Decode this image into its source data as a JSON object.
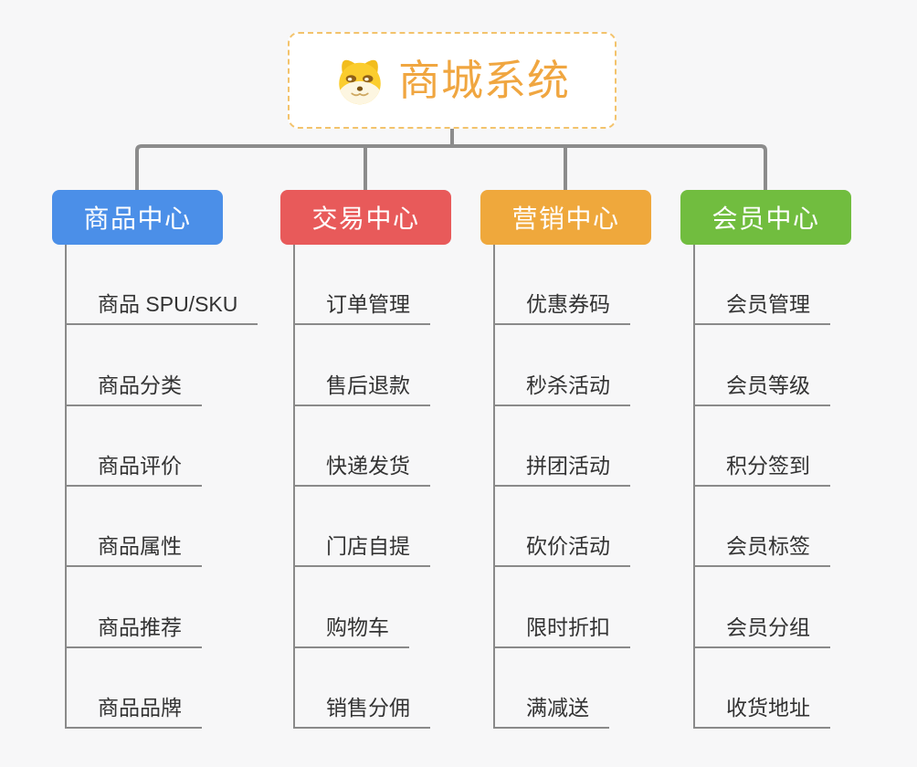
{
  "canvas": {
    "background": "#f7f7f8"
  },
  "root": {
    "title": "商城系统",
    "icon": "doge-face-icon",
    "text_color": "#F0A640",
    "border_color": "#F3C36C"
  },
  "connectors": {
    "tree_line_color": "#8C8C8C",
    "leaf_line_color": "#8A8A8A"
  },
  "branches": [
    {
      "label": "商品中心",
      "color": "#4B8FE8",
      "children": [
        "商品 SPU/SKU",
        "商品分类",
        "商品评价",
        "商品属性",
        "商品推荐",
        "商品品牌"
      ]
    },
    {
      "label": "交易中心",
      "color": "#E85A5A",
      "children": [
        "订单管理",
        "售后退款",
        "快递发货",
        "门店自提",
        "购物车",
        "销售分佣"
      ]
    },
    {
      "label": "营销中心",
      "color": "#EFA83C",
      "children": [
        "优惠券码",
        "秒杀活动",
        "拼团活动",
        "砍价活动",
        "限时折扣",
        "满减送"
      ]
    },
    {
      "label": "会员中心",
      "color": "#71BD3F",
      "children": [
        "会员管理",
        "会员等级",
        "积分签到",
        "会员标签",
        "会员分组",
        "收货地址"
      ]
    }
  ]
}
